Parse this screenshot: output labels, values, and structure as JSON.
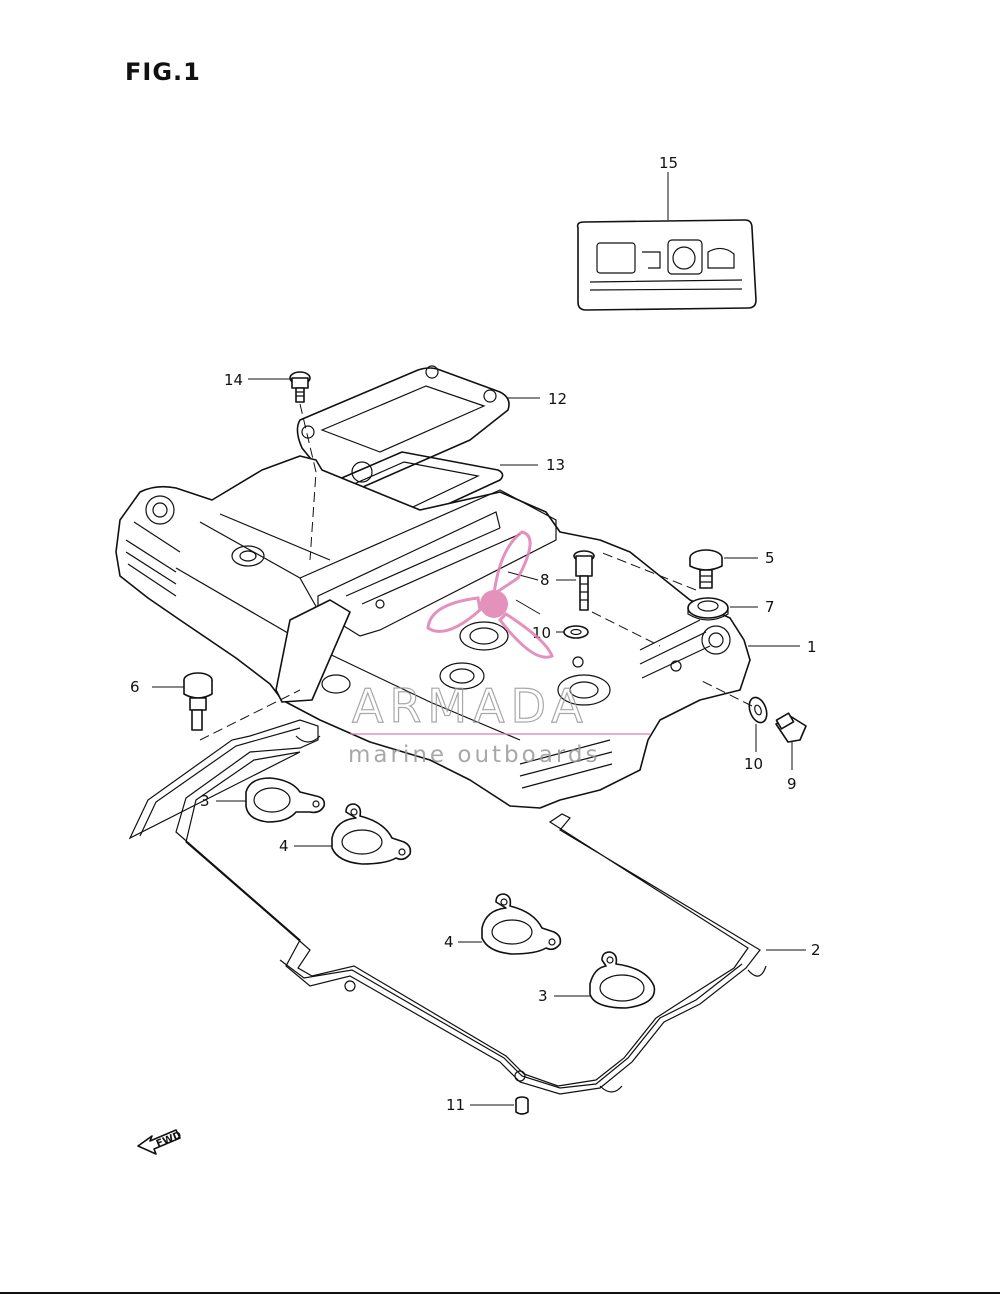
{
  "figure": {
    "title": "FIG.1"
  },
  "callouts": [
    {
      "id": "c1",
      "label": "1"
    },
    {
      "id": "c2",
      "label": "2"
    },
    {
      "id": "c3a",
      "label": "3"
    },
    {
      "id": "c3b",
      "label": "3"
    },
    {
      "id": "c4a",
      "label": "4"
    },
    {
      "id": "c4b",
      "label": "4"
    },
    {
      "id": "c5",
      "label": "5"
    },
    {
      "id": "c6",
      "label": "6"
    },
    {
      "id": "c7",
      "label": "7"
    },
    {
      "id": "c8",
      "label": "8"
    },
    {
      "id": "c9",
      "label": "9"
    },
    {
      "id": "c10a",
      "label": "10"
    },
    {
      "id": "c10b",
      "label": "10"
    },
    {
      "id": "c11",
      "label": "11"
    },
    {
      "id": "c12",
      "label": "12"
    },
    {
      "id": "c13",
      "label": "13"
    },
    {
      "id": "c14",
      "label": "14"
    },
    {
      "id": "c15",
      "label": "15"
    }
  ],
  "direction_marker": {
    "text": "FWD"
  },
  "watermark": {
    "brand": "ARMADA",
    "tagline": "marine outboards",
    "color": "#e07fb0"
  }
}
